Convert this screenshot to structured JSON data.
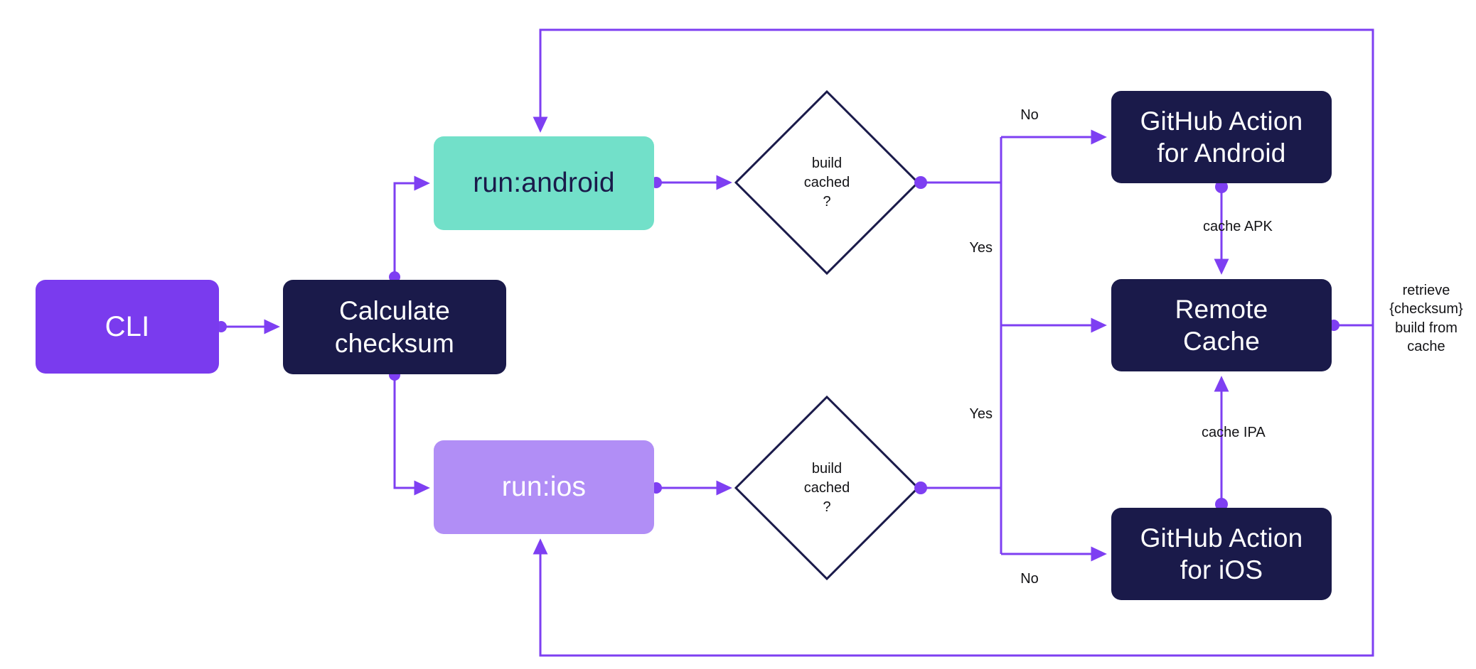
{
  "diagram": {
    "title_hint": "mobile build caching flow",
    "nodes": {
      "cli": {
        "label": "CLI"
      },
      "calculate_checksum": {
        "label": "Calculate\nchecksum"
      },
      "run_android": {
        "label": "run:android"
      },
      "run_ios": {
        "label": "run:ios"
      },
      "decision_android": {
        "label": "build\ncached\n?"
      },
      "decision_ios": {
        "label": "build\ncached\n?"
      },
      "gh_action_android": {
        "label": "GitHub Action\nfor Android"
      },
      "remote_cache": {
        "label": "Remote\nCache"
      },
      "gh_action_ios": {
        "label": "GitHub Action\nfor iOS"
      }
    },
    "edge_labels": {
      "no_android": "No",
      "yes_android": "Yes",
      "yes_ios": "Yes",
      "no_ios": "No",
      "cache_apk": "cache APK",
      "cache_ipa": "cache IPA",
      "retrieve": "retrieve\n{checksum}\nbuild from\ncache"
    },
    "colors": {
      "purple": "#7A3BEE",
      "teal": "#72E0C9",
      "lavender": "#B18EF6",
      "navy": "#1A1A4A",
      "connector": "#7E3FF2",
      "label_text": "#131316",
      "node_text_light": "#FFFFFF",
      "background": "#FFFFFF"
    }
  }
}
